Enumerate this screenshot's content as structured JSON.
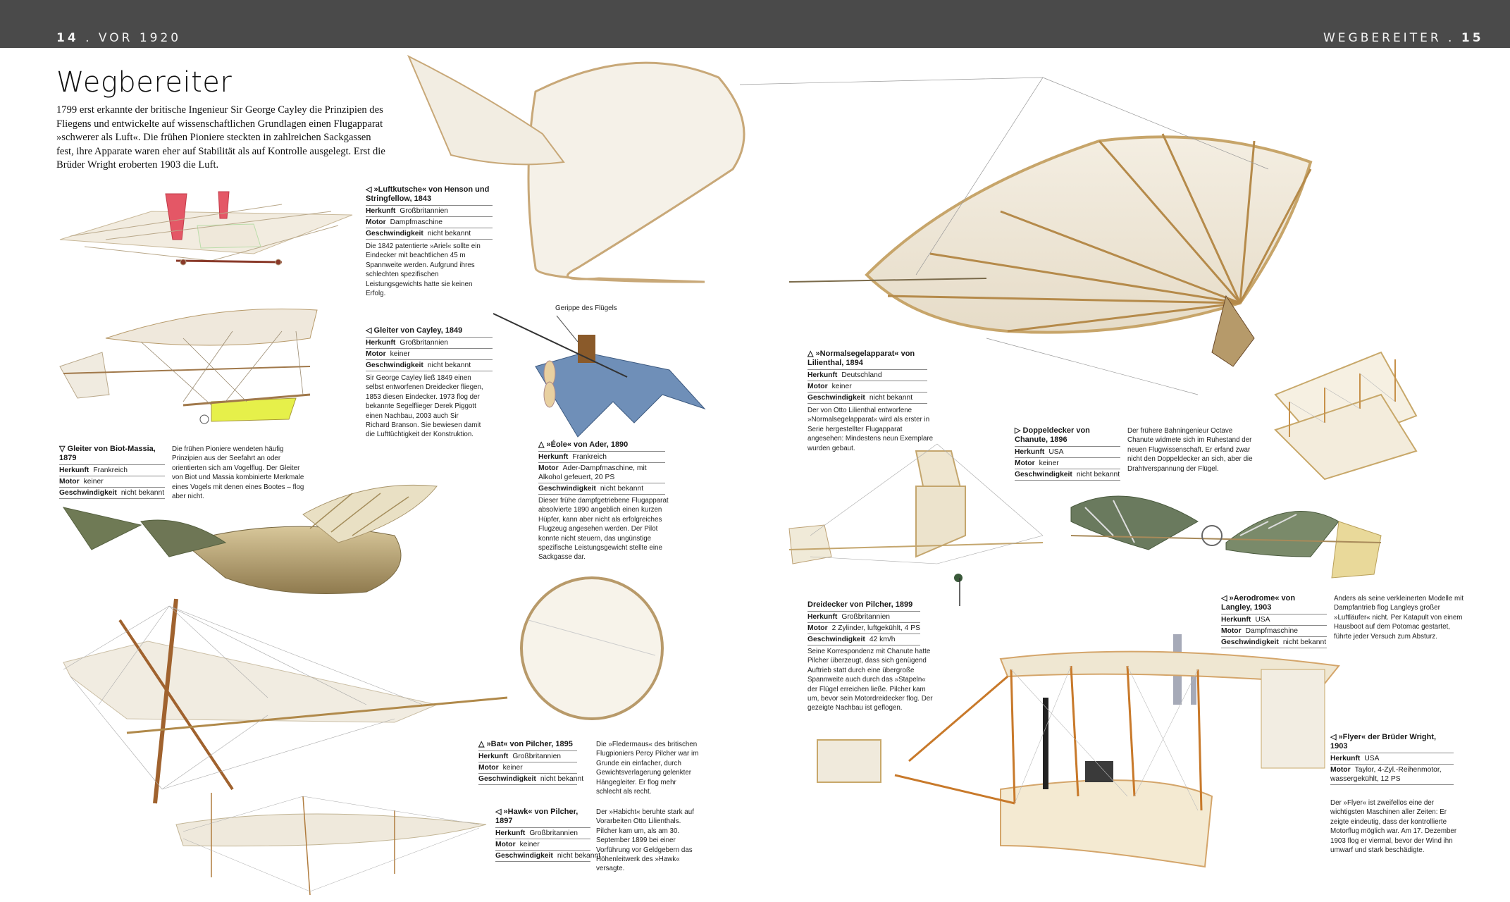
{
  "header": {
    "left_page_num": "14",
    "left_section": "VOR 1920",
    "right_section": "WEGBEREITER",
    "right_page_num": "15"
  },
  "title": "Wegbereiter",
  "intro": "1799 erst erkannte der britische Ingenieur Sir George Cayley die Prinzipien des Fliegens und entwickelte auf wissenschaftlichen Grundlagen einen Flugapparat »schwerer als Luft«. Die frühen Pioniere steckten in zahlreichen Sackgassen fest, ihre Apparate waren eher auf Stabilität als auf Kontrolle ausgelegt. Erst die Brüder Wright eroberten 1903 die Luft.",
  "callout_wing": "Gerippe des Flügels",
  "labels": {
    "origin": "Herkunft",
    "engine": "Motor",
    "speed": "Geschwindigkeit"
  },
  "aircraft": [
    {
      "id": "henson",
      "arrow": "◁",
      "name": "»Luftkutsche« von Henson und Stringfellow, 1843",
      "origin": "Großbritannien",
      "engine": "Dampfmaschine",
      "speed": "nicht bekannt",
      "desc": "Die 1842 patentierte »Ariel« sollte ein Eindecker mit beachtlichen 45 m Spannweite werden. Aufgrund ihres schlechten spezifischen Leistungsgewichts hatte sie keinen Erfolg."
    },
    {
      "id": "cayley",
      "arrow": "◁",
      "name": "Gleiter von Cayley, 1849",
      "origin": "Großbritannien",
      "engine": "keiner",
      "speed": "nicht bekannt",
      "desc": "Sir George Cayley ließ 1849 einen selbst entworfenen Dreidecker fliegen, 1853 diesen Eindecker. 1973 flog der bekannte Segelflieger Derek Piggott einen Nachbau, 2003 auch Sir Richard Branson. Sie bewiesen damit die Lufttüchtigkeit der Konstruktion."
    },
    {
      "id": "biot",
      "arrow": "▽",
      "name": "Gleiter von Biot-Massia, 1879",
      "origin": "Frankreich",
      "engine": "keiner",
      "speed": "nicht bekannt",
      "desc": "Die frühen Pioniere wendeten häufig Prinzipien aus der Seefahrt an oder orientierten sich am Vogelflug. Der Gleiter von Biot und Massia kombinierte Merkmale eines Vogels mit denen eines Bootes – flog aber nicht."
    },
    {
      "id": "ader",
      "arrow": "△",
      "name": "»Éole« von Ader, 1890",
      "origin": "Frankreich",
      "engine": "Ader-Dampfmaschine, mit Alkohol gefeuert, 20 PS",
      "speed": "nicht bekannt",
      "desc": "Dieser frühe dampfgetriebene Flugapparat absolvierte 1890 angeblich einen kurzen Hüpfer, kann aber nicht als erfolgreiches Flugzeug angesehen werden. Der Pilot konnte nicht steuern, das ungünstige spezifische Leistungsgewicht stellte eine Sackgasse dar."
    },
    {
      "id": "bat",
      "arrow": "△",
      "name": "»Bat« von Pilcher, 1895",
      "origin": "Großbritannien",
      "engine": "keiner",
      "speed": "nicht bekannt",
      "desc": "Die »Fledermaus« des britischen Flugpioniers Percy Pilcher war im Grunde ein einfacher, durch Gewichtsverlagerung gelenkter Hängegleiter. Er flog mehr schlecht als recht."
    },
    {
      "id": "hawk",
      "arrow": "◁",
      "name": "»Hawk« von Pilcher, 1897",
      "origin": "Großbritannien",
      "engine": "keiner",
      "speed": "nicht bekannt",
      "desc": "Der »Habicht« beruhte stark auf Vorarbeiten Otto Lilienthals. Pilcher kam um, als am 30. September 1899 bei einer Vorführung vor Geldgebern das Höhenleitwerk des »Hawk« versagte."
    },
    {
      "id": "lilienthal",
      "arrow": "△",
      "name": "»Normalsegelapparat« von Lilienthal, 1894",
      "origin": "Deutschland",
      "engine": "keiner",
      "speed": "nicht bekannt",
      "desc": "Der von Otto Lilienthal entworfene »Normalsegelapparat« wird als erster in Serie hergestellter Flugapparat angesehen: Mindestens neun Exemplare wurden gebaut."
    },
    {
      "id": "chanute",
      "arrow": "▷",
      "name": "Doppeldecker von Chanute, 1896",
      "origin": "USA",
      "engine": "keiner",
      "speed": "nicht bekannt",
      "desc": "Der frühere Bahningenieur Octave Chanute widmete sich im Ruhestand der neuen Flugwissenschaft. Er erfand zwar nicht den Doppeldecker an sich, aber die Drahtverspannung der Flügel."
    },
    {
      "id": "pilcher-tri",
      "arrow": "",
      "name": "Dreidecker von Pilcher, 1899",
      "origin": "Großbritannien",
      "engine": "2 Zylinder, luftgekühlt, 4 PS",
      "speed": "42 km/h",
      "desc": "Seine Korrespondenz mit Chanute hatte Pilcher überzeugt, dass sich genügend Auftrieb statt durch eine übergroße Spannweite auch durch das »Stapeln« der Flügel erreichen ließe. Pilcher kam um, bevor sein Motordreidecker flog. Der gezeigte Nachbau ist geflogen."
    },
    {
      "id": "langley",
      "arrow": "◁",
      "name": "»Aerodrome« von Langley, 1903",
      "origin": "USA",
      "engine": "Dampfmaschine",
      "speed": "nicht bekannt",
      "desc": "Anders als seine verkleinerten Modelle mit Dampfantrieb flog Langleys großer »Luftläufer« nicht. Per Katapult von einem Hausboot auf dem Potomac gestartet, führte jeder Versuch zum Absturz."
    },
    {
      "id": "wright",
      "arrow": "◁",
      "name": "»Flyer« der Brüder Wright, 1903",
      "origin": "USA",
      "engine": "Taylor, 4-Zyl.-Reihenmotor, wassergekühlt, 12 PS",
      "speed": "",
      "desc": "Der »Flyer« ist zweifellos eine der wichtigsten Maschinen aller Zeiten: Er zeigte eindeutig, dass der kontrollierte Motorflug möglich war. Am 17. Dezember 1903 flog er viermal, bevor der Wind ihn umwarf und stark beschädigte."
    }
  ]
}
